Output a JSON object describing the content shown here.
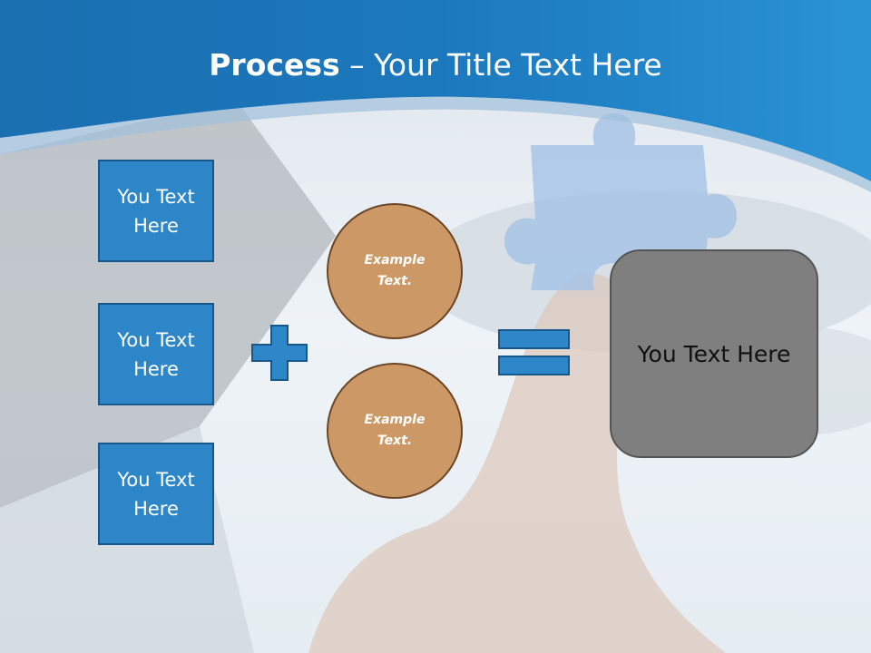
{
  "title": {
    "bold": "Process",
    "separator": " – ",
    "rest": "Your Title Text Here"
  },
  "inputs": [
    {
      "label": "You Text Here"
    },
    {
      "label": "You Text Here"
    },
    {
      "label": "You Text Here"
    }
  ],
  "circles": [
    {
      "label": "Example Text."
    },
    {
      "label": "Example Text."
    }
  ],
  "result": {
    "label": "You Text Here"
  },
  "colors": {
    "header_blue": "#1f7fc4",
    "box_fill": "#2c86c7",
    "circle_fill": "#cc9966",
    "result_fill": "#7f7f7f"
  },
  "icons": {
    "plus": "plus-icon",
    "equals": "equals-icon"
  }
}
